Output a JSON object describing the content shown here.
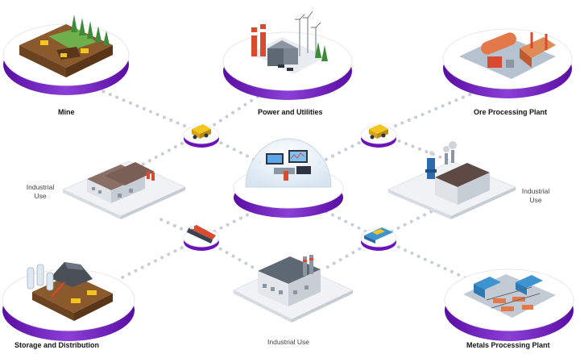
{
  "diagram": {
    "nodes": {
      "mine": {
        "label": "Mine",
        "icon": "mine-icon"
      },
      "power": {
        "label": "Power and Utilities",
        "icon": "power-plant-icon"
      },
      "ore": {
        "label": "Ore Processing Plant",
        "icon": "ore-processing-icon"
      },
      "storage": {
        "label": "Storage and Distribution",
        "icon": "storage-icon"
      },
      "metals": {
        "label": "Metals Processing Plant",
        "icon": "metals-processing-icon"
      },
      "control": {
        "label": "",
        "icon": "control-room-icon"
      },
      "industrial_left": {
        "line1": "Industrial",
        "line2": "Use",
        "icon": "warehouse-icon"
      },
      "industrial_right": {
        "line1": "Industrial",
        "line2": "Use",
        "icon": "factory-icon"
      },
      "industrial_bottom": {
        "label": "Industrial Use",
        "icon": "factory-icon"
      }
    },
    "connectors": [
      "haul-truck-icon",
      "haul-truck-icon",
      "ship-icon",
      "rail-car-icon"
    ],
    "colors": {
      "accent": "#6b12b8",
      "accent_light": "#8a3fd6",
      "platform": "#ffffff",
      "dot": "#c6cdd6",
      "ground": "#8a5a2c",
      "grass": "#6fb04d"
    }
  }
}
